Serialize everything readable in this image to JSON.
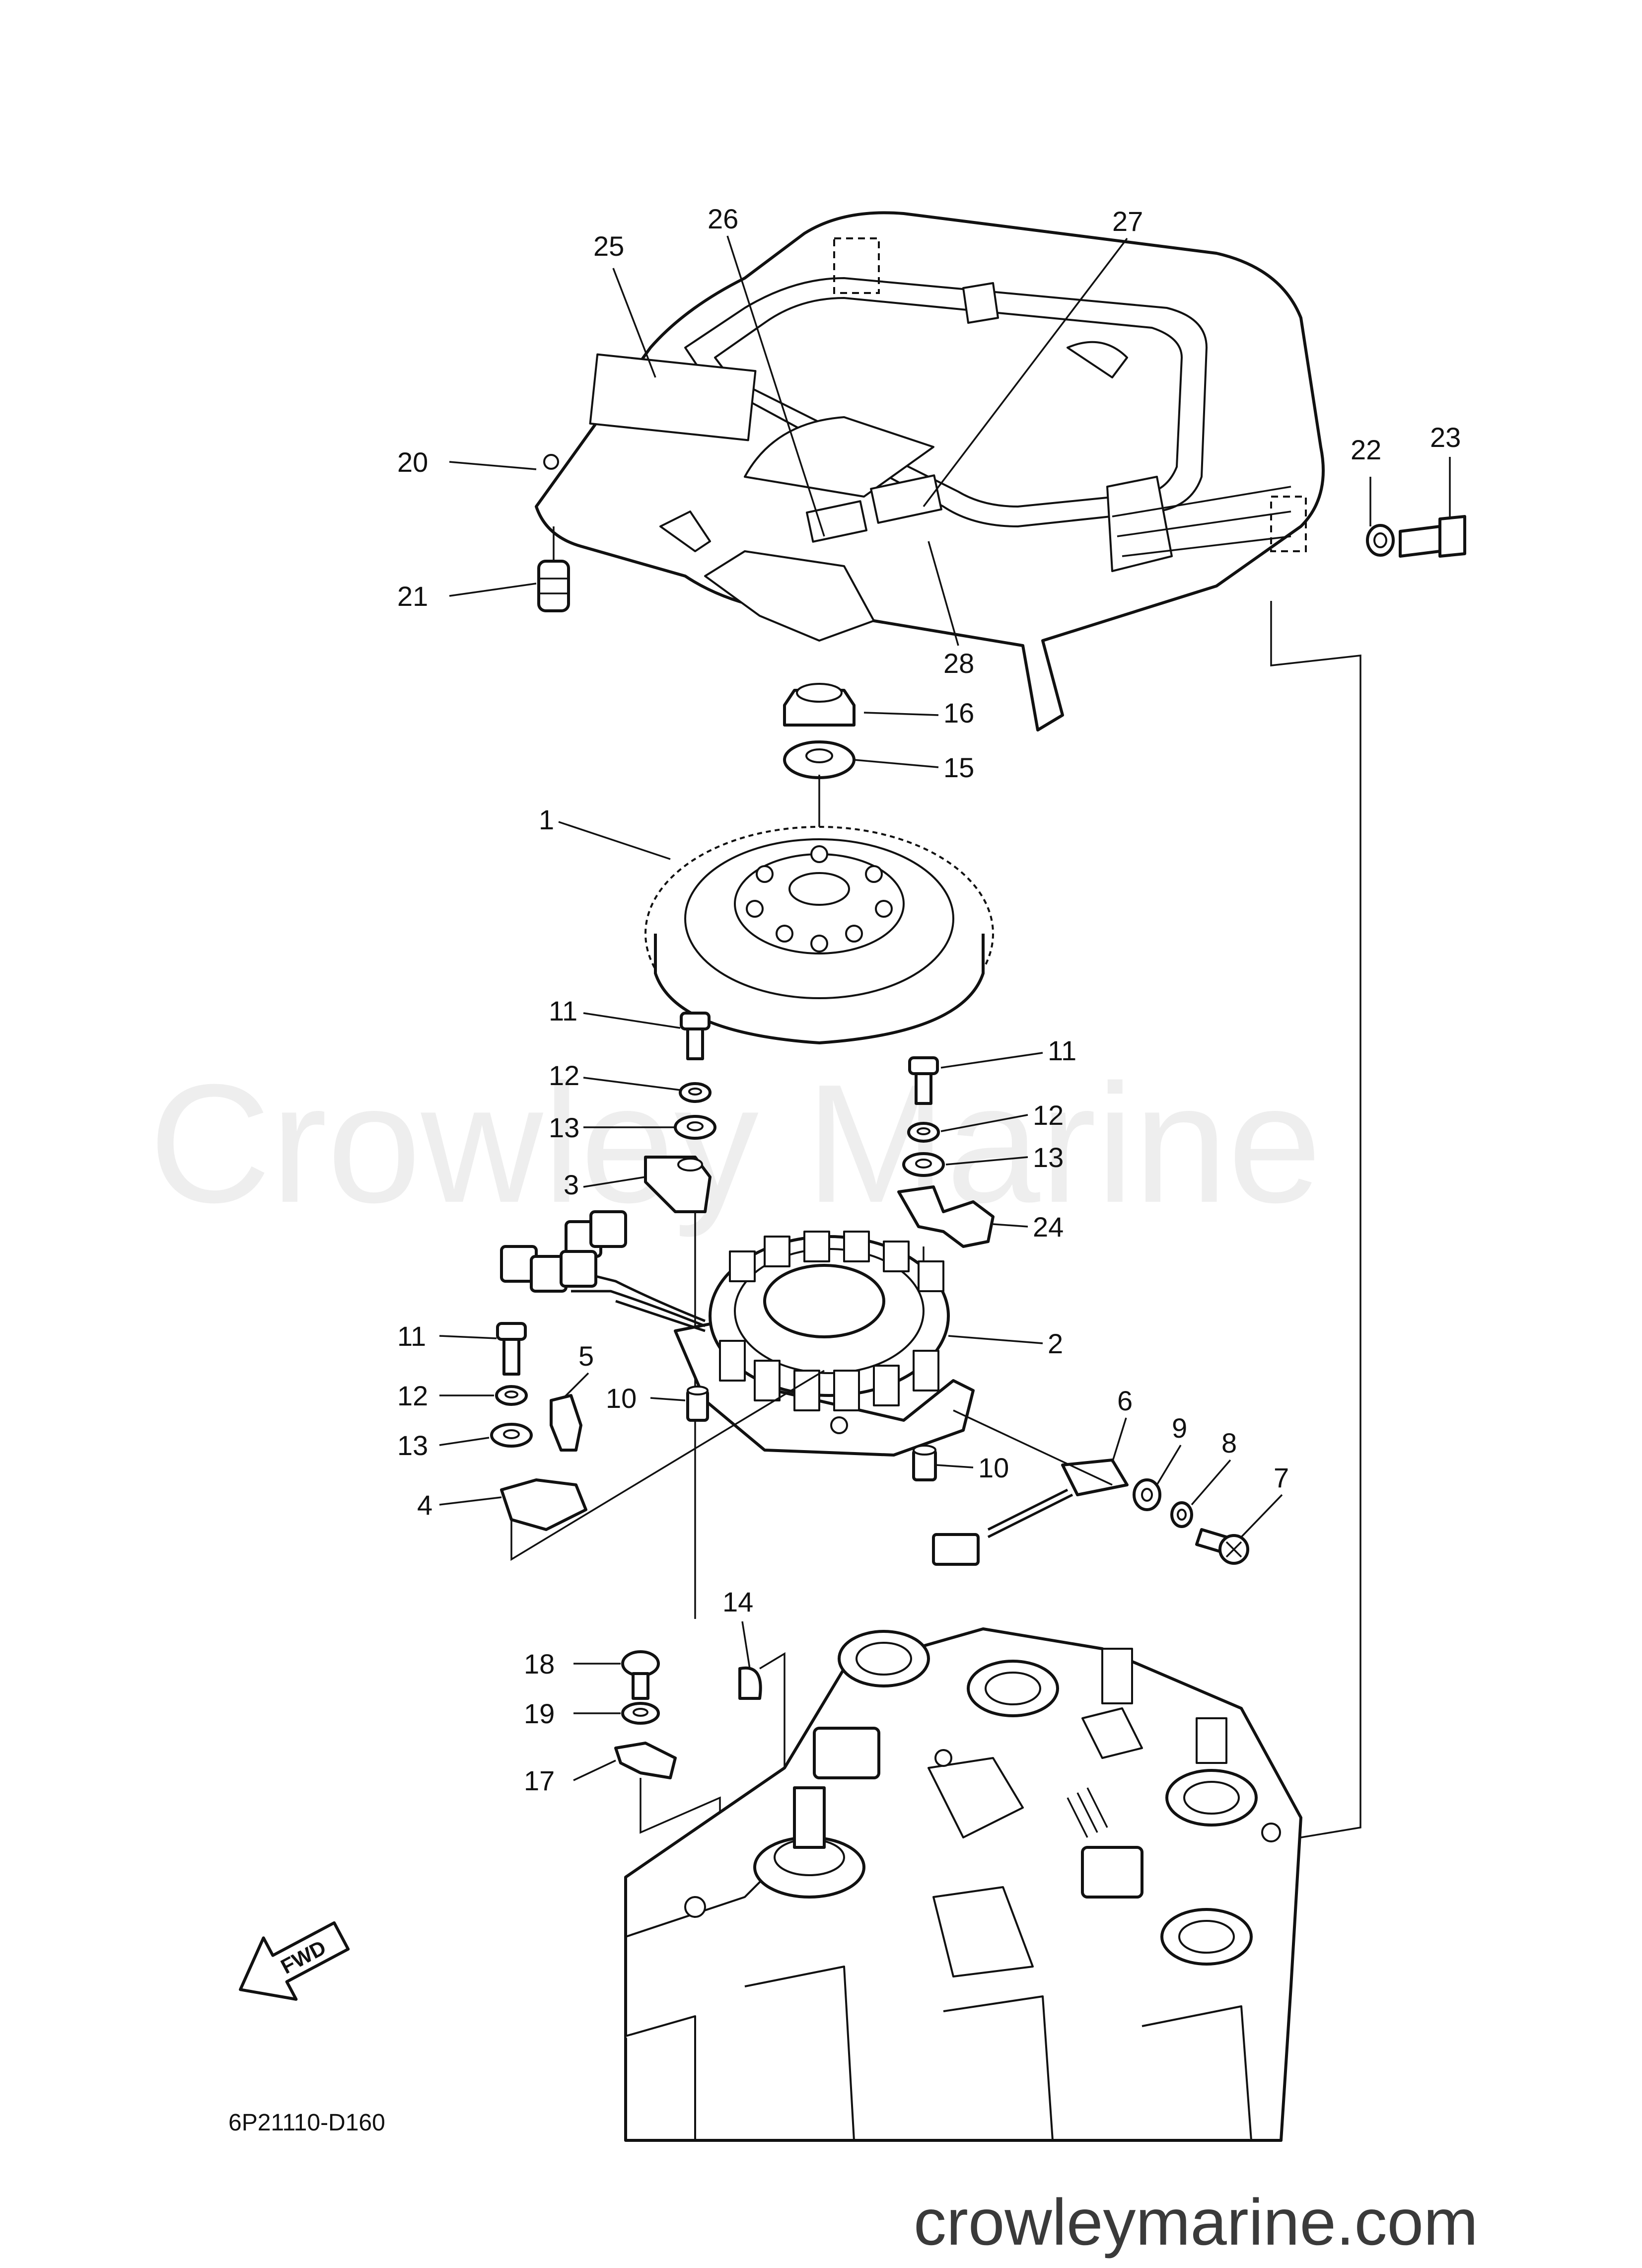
{
  "diagram": {
    "code": "6P21110-D160",
    "direction_badge": "FWD",
    "watermark": "Crowley Marine",
    "site_url": "crowleymarine.com",
    "callouts": [
      {
        "id": "c25",
        "text": "25"
      },
      {
        "id": "c26",
        "text": "26"
      },
      {
        "id": "c27",
        "text": "27"
      },
      {
        "id": "c20",
        "text": "20"
      },
      {
        "id": "c22",
        "text": "22"
      },
      {
        "id": "c23",
        "text": "23"
      },
      {
        "id": "c21",
        "text": "21"
      },
      {
        "id": "c28",
        "text": "28"
      },
      {
        "id": "c16",
        "text": "16"
      },
      {
        "id": "c15",
        "text": "15"
      },
      {
        "id": "c1",
        "text": "1"
      },
      {
        "id": "c11a",
        "text": "11"
      },
      {
        "id": "c12a",
        "text": "12"
      },
      {
        "id": "c13a",
        "text": "13"
      },
      {
        "id": "c3",
        "text": "3"
      },
      {
        "id": "c11b",
        "text": "11"
      },
      {
        "id": "c12b",
        "text": "12"
      },
      {
        "id": "c13b",
        "text": "13"
      },
      {
        "id": "c24",
        "text": "24"
      },
      {
        "id": "c2",
        "text": "2"
      },
      {
        "id": "c11c",
        "text": "11"
      },
      {
        "id": "c5",
        "text": "5"
      },
      {
        "id": "c12c",
        "text": "12"
      },
      {
        "id": "c10a",
        "text": "10"
      },
      {
        "id": "c13c",
        "text": "13"
      },
      {
        "id": "c4",
        "text": "4"
      },
      {
        "id": "c6",
        "text": "6"
      },
      {
        "id": "c9",
        "text": "9"
      },
      {
        "id": "c8",
        "text": "8"
      },
      {
        "id": "c7",
        "text": "7"
      },
      {
        "id": "c10b",
        "text": "10"
      },
      {
        "id": "c14",
        "text": "14"
      },
      {
        "id": "c18",
        "text": "18"
      },
      {
        "id": "c19",
        "text": "19"
      },
      {
        "id": "c17",
        "text": "17"
      }
    ]
  }
}
